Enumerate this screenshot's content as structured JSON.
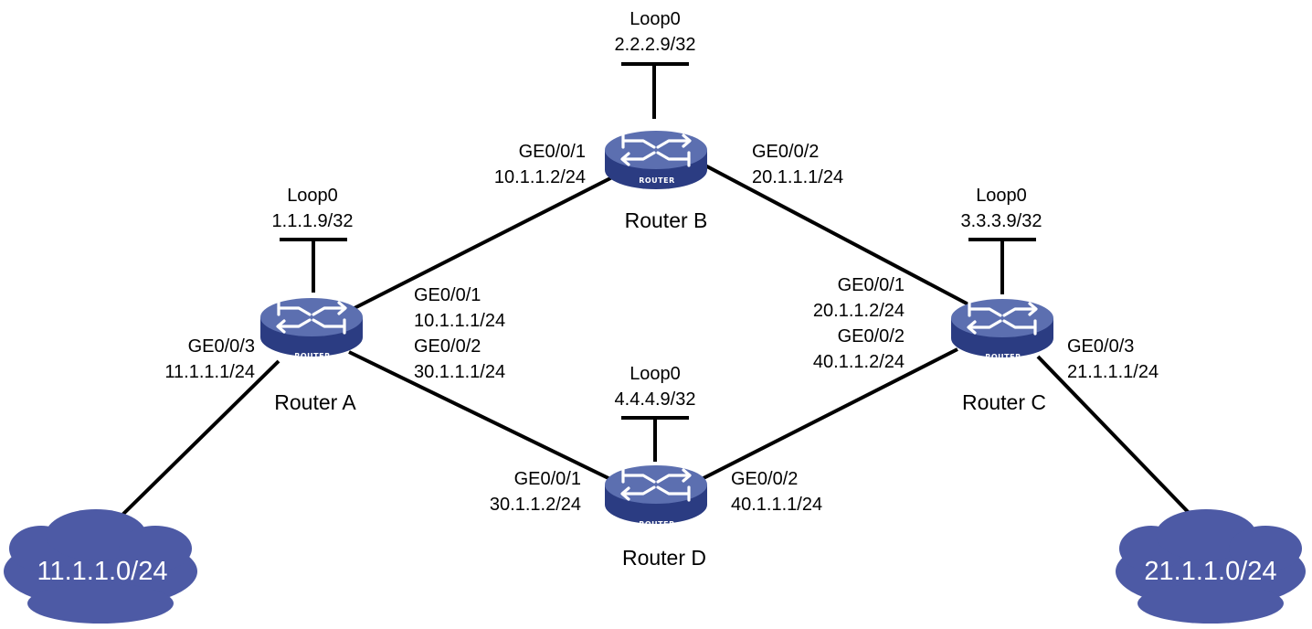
{
  "routers": {
    "a": {
      "name": "Router A",
      "tag": "ROUTER",
      "loopback": {
        "name": "Loop0",
        "ip": "1.1.1.9/32"
      }
    },
    "b": {
      "name": "Router B",
      "tag": "ROUTER",
      "loopback": {
        "name": "Loop0",
        "ip": "2.2.2.9/32"
      }
    },
    "c": {
      "name": "Router C",
      "tag": "ROUTER",
      "loopback": {
        "name": "Loop0",
        "ip": "3.3.3.9/32"
      }
    },
    "d": {
      "name": "Router D",
      "tag": "ROUTER",
      "loopback": {
        "name": "Loop0",
        "ip": "4.4.4.9/32"
      }
    }
  },
  "interfaces": {
    "a_ge1": {
      "port": "GE0/0/1",
      "ip": "10.1.1.1/24"
    },
    "a_ge2": {
      "port": "GE0/0/2",
      "ip": "30.1.1.1/24"
    },
    "a_ge3": {
      "port": "GE0/0/3",
      "ip": "11.1.1.1/24"
    },
    "b_ge1": {
      "port": "GE0/0/1",
      "ip": "10.1.1.2/24"
    },
    "b_ge2": {
      "port": "GE0/0/2",
      "ip": "20.1.1.1/24"
    },
    "c_ge1": {
      "port": "GE0/0/1",
      "ip": "20.1.1.2/24"
    },
    "c_ge2": {
      "port": "GE0/0/2",
      "ip": "40.1.1.2/24"
    },
    "c_ge3": {
      "port": "GE0/0/3",
      "ip": "21.1.1.1/24"
    },
    "d_ge1": {
      "port": "GE0/0/1",
      "ip": "30.1.1.2/24"
    },
    "d_ge2": {
      "port": "GE0/0/2",
      "ip": "40.1.1.1/24"
    }
  },
  "networks": {
    "left": "11.1.1.0/24",
    "right": "21.1.1.0/24"
  },
  "colors": {
    "router_top": "#5c6fb0",
    "router_side": "#2b3c82",
    "cloud": "#4d5aa5",
    "line": "#000000"
  }
}
